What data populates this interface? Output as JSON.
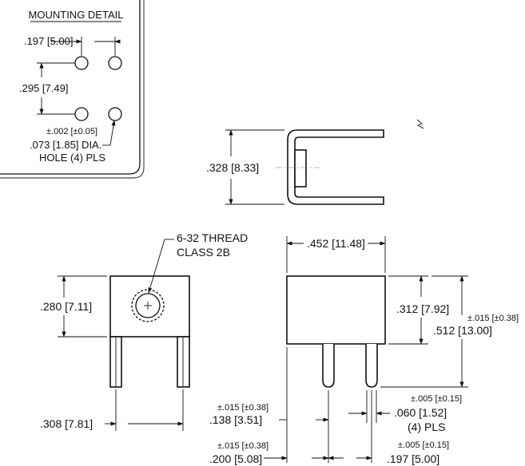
{
  "mounting_detail": {
    "title": "MOUNTING DETAIL",
    "spacing_h": ".197 [5.00]",
    "spacing_v": ".295 [7.49]",
    "hole_tol": "±.002 [±0.05]",
    "hole_dia": ".073 [1.85] DIA.",
    "hole_note": "HOLE (4) PLS"
  },
  "top_view": {
    "height": ".328 [8.33]"
  },
  "front_view": {
    "thread": "6-32 THREAD",
    "thread_class": "CLASS 2B",
    "height": ".280 [7.11]",
    "width": ".308 [7.81]"
  },
  "side_view": {
    "width": ".452 [11.48]",
    "body_height": ".312 [7.92]",
    "overall_tol": "±.015 [±0.38]",
    "overall_height": ".512 [13.00]",
    "pin_offset_tol": "±.015 [±0.38]",
    "pin_offset": ".138 [3.51]",
    "pin_width_tol": "±.005 [±0.15]",
    "pin_width": ".060 [1.52]",
    "pin_count": "(4) PLS",
    "pin_span_tol": "±.015 [±0.38]",
    "pin_span": ".200 [5.08]",
    "pin_pitch_tol": "±.005 [±0.15]",
    "pin_pitch": ".197 [5.00]"
  }
}
